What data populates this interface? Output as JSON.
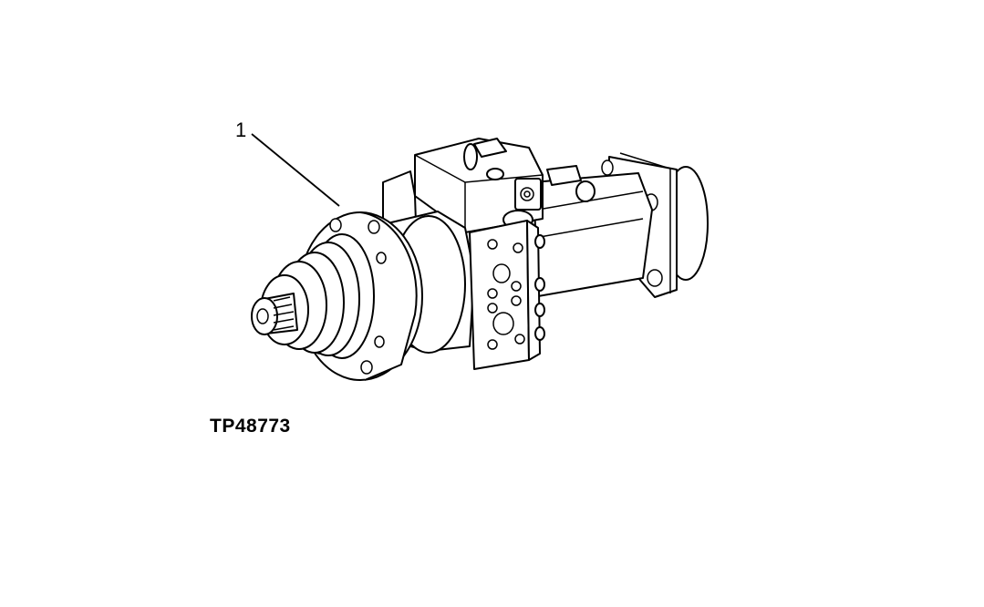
{
  "figure": {
    "callout_number": "1",
    "figure_id": "TP48773",
    "subject": "hydraulic-motor-assembly"
  }
}
